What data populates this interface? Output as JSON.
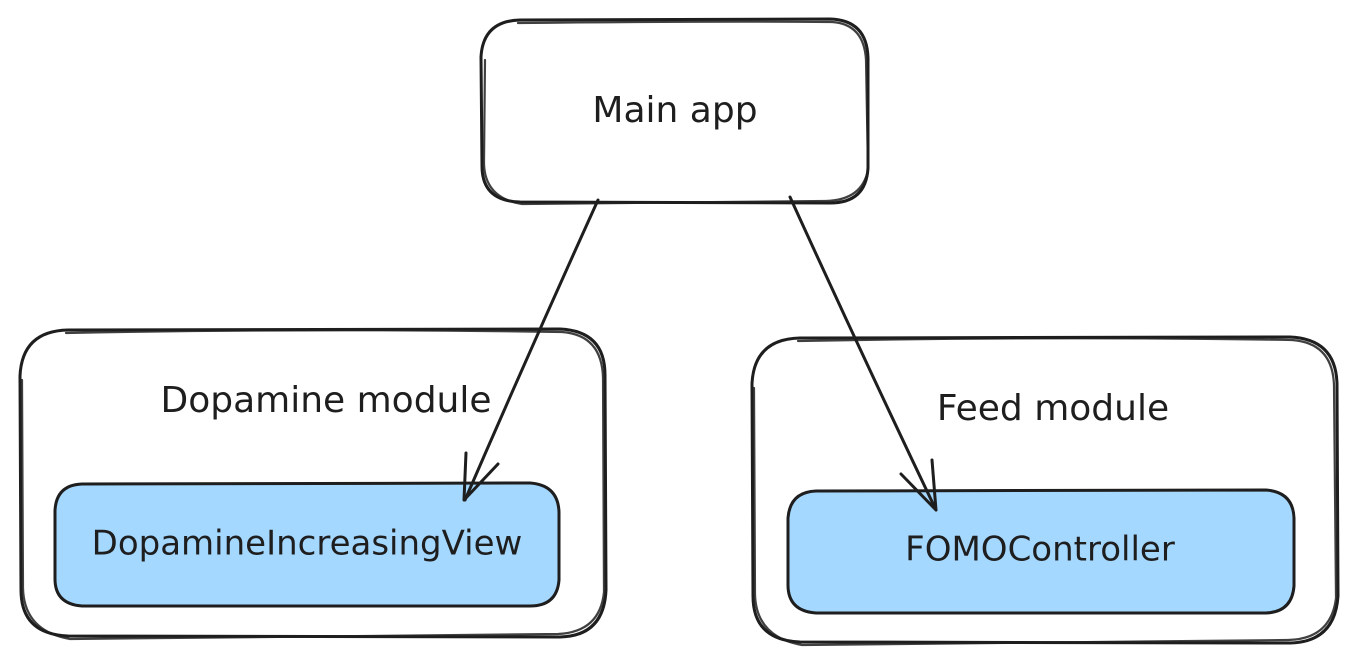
{
  "nodes": {
    "main_app": {
      "label": "Main app"
    },
    "dopamine_module": {
      "label": "Dopamine module"
    },
    "dopamine_view": {
      "label": "DopamineIncreasingView",
      "fill": "#a5d8ff"
    },
    "feed_module": {
      "label": "Feed module"
    },
    "fomo_controller": {
      "label": "FOMOController",
      "fill": "#a5d8ff"
    }
  },
  "edges": [
    {
      "from": "main_app",
      "to": "dopamine_view"
    },
    {
      "from": "main_app",
      "to": "fomo_controller"
    }
  ],
  "colors": {
    "stroke": "#1e1e1e",
    "highlight": "#a5d8ff",
    "background": "#ffffff"
  }
}
